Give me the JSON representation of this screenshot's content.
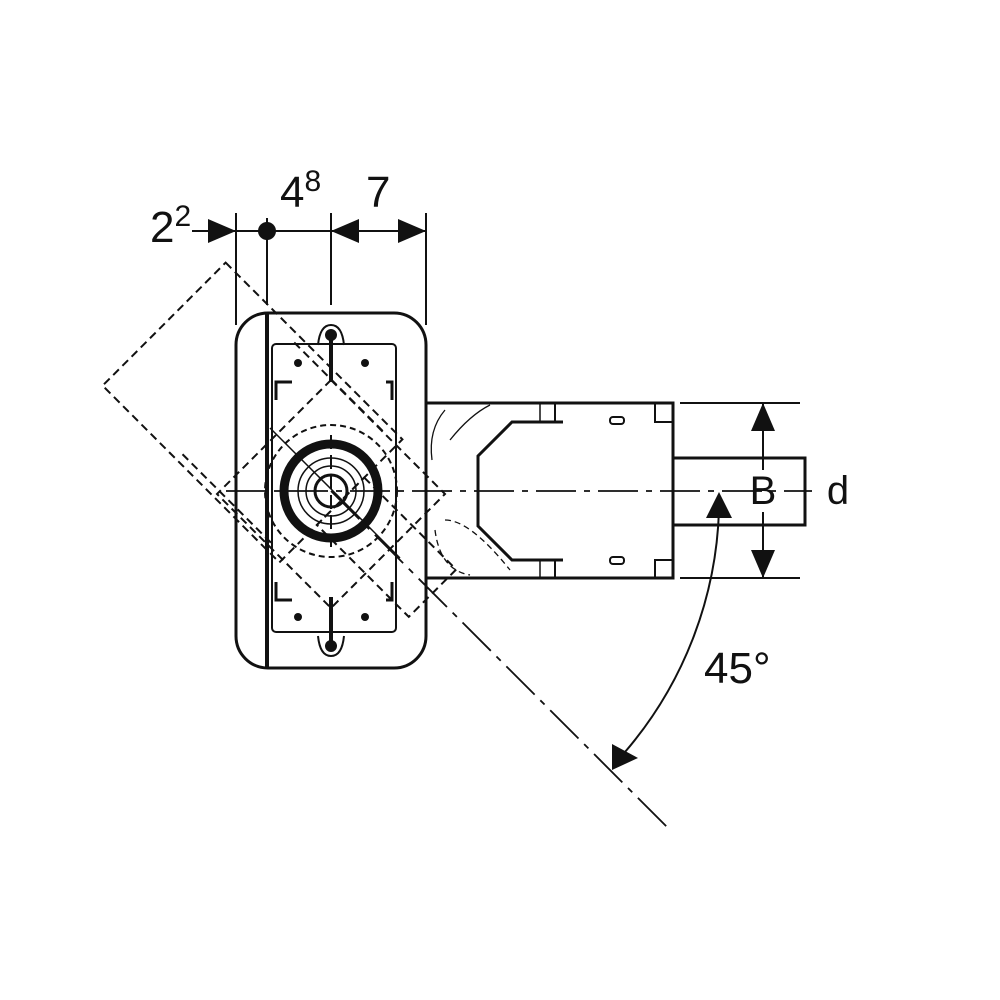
{
  "dimensions": {
    "left_offset": {
      "base": "2",
      "sup": "2"
    },
    "center_offset": {
      "base": "4",
      "sup": "8"
    },
    "depth": "7",
    "height_label": "B",
    "diameter_label": "d",
    "angle_label": "45°"
  },
  "colors": {
    "line": "#111111",
    "background": "#ffffff"
  }
}
